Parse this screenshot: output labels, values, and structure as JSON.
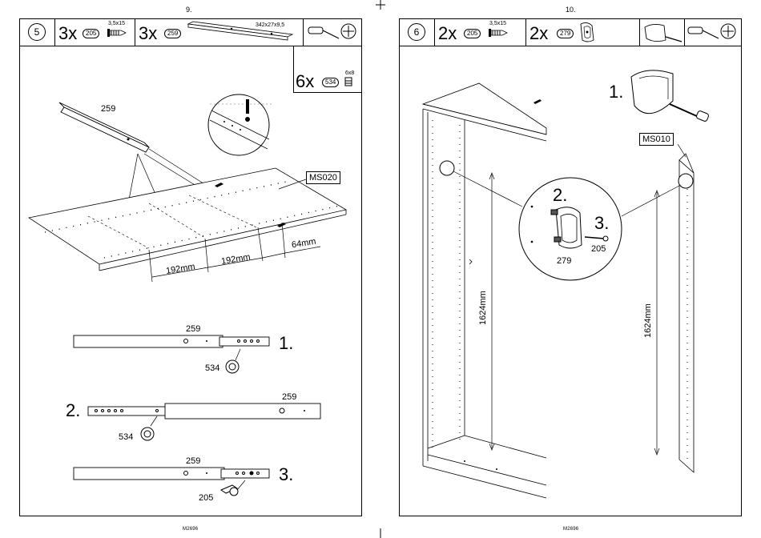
{
  "pages": [
    {
      "page_number": "9.",
      "footer": "M2696",
      "step": "5",
      "header_parts": [
        {
          "qty": "3x",
          "part": "205",
          "size": "3,5x15"
        },
        {
          "qty": "3x",
          "part": "259",
          "size": "342x27x9,5"
        }
      ],
      "extra_part": {
        "qty": "6x",
        "part": "534",
        "size": "6x8"
      },
      "labels": {
        "rail": "259",
        "ref_code": "MS020",
        "dim1": "192mm",
        "dim2": "192mm",
        "dim3": "64mm"
      },
      "substeps": [
        {
          "num": "1.",
          "rail": "259",
          "part": "534"
        },
        {
          "num": "2.",
          "rail": "259",
          "part": "534"
        },
        {
          "num": "3.",
          "rail": "259",
          "part": "205"
        }
      ]
    },
    {
      "page_number": "10.",
      "footer": "M2696",
      "step": "6",
      "header_parts": [
        {
          "qty": "2x",
          "part": "205",
          "size": "3,5x15"
        },
        {
          "qty": "2x",
          "part": "279",
          "size": ""
        }
      ],
      "labels": {
        "sub1": "1.",
        "sub2": "2.",
        "sub3": "3.",
        "ref_code": "MS010",
        "part_a": "205",
        "part_b": "279",
        "height_left": "1624mm",
        "height_right": "1624mm"
      }
    }
  ]
}
